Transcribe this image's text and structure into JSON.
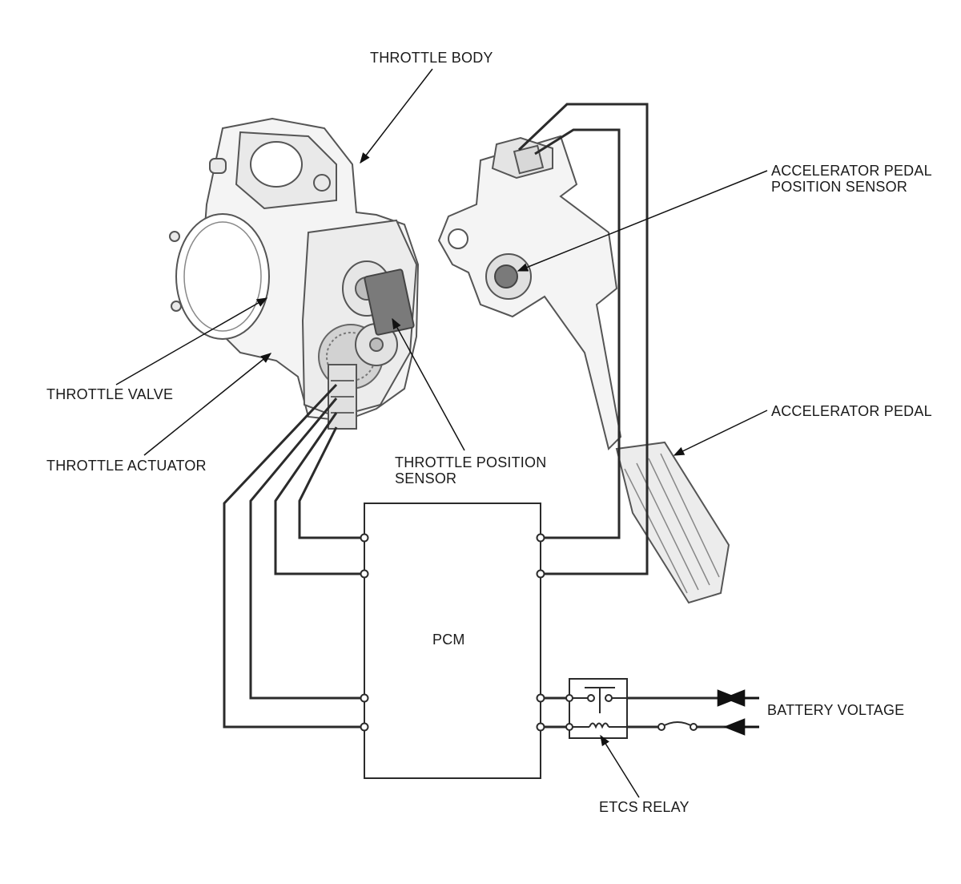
{
  "labels": {
    "throttle_body": "THROTTLE BODY",
    "app_sensor": "ACCELERATOR PEDAL\nPOSITION SENSOR",
    "throttle_valve": "THROTTLE VALVE",
    "throttle_actuator": "THROTTLE ACTUATOR",
    "tp_sensor": "THROTTLE POSITION\nSENSOR",
    "accelerator_pedal": "ACCELERATOR PEDAL",
    "pcm": "PCM",
    "battery_voltage": "BATTERY VOLTAGE",
    "etcs_relay": "ETCS RELAY"
  },
  "colors": {
    "wire": "#2b2b2b",
    "outline": "#555555",
    "part_fill": "#f4f4f4",
    "part_shade": "#dcdcdc",
    "sensor_fill": "#7a7a7a"
  }
}
